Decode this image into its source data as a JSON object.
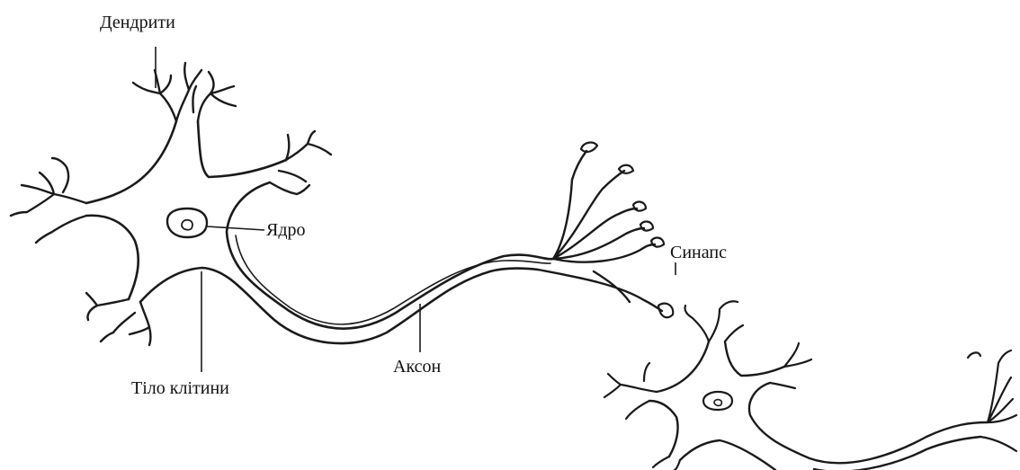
{
  "labels": {
    "dendrites": "Дендрити",
    "nucleus": "Ядро",
    "synapse": "Синапс",
    "axon": "Аксон",
    "cell_body": "Тіло клітини"
  },
  "colors": {
    "line": "#1a1a1a",
    "background": "#ffffff"
  }
}
